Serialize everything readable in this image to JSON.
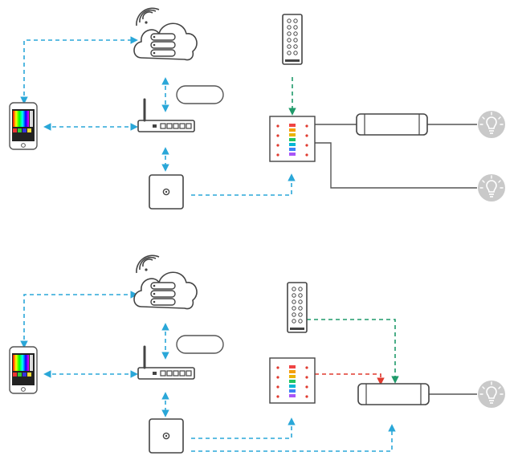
{
  "colors": {
    "background": "#ffffff",
    "outline": "#444444",
    "wire": "#555555",
    "wireless_link": "#2aa7d8",
    "remote_link": "#1f9a6a",
    "panel_link": "#e03a2f",
    "bulb": "#c9c9c9"
  },
  "icons": [
    "wifi-icon",
    "cloud-server-icon",
    "smartphone-icon",
    "router-icon",
    "hub-icon",
    "remote-control-icon",
    "touch-panel-icon",
    "wall-switch-icon",
    "led-driver-icon",
    "light-bulb-icon"
  ],
  "diagrams": [
    {
      "name": "top",
      "panel_channels": 4,
      "drivers": 1,
      "bulbs": 2
    },
    {
      "name": "bottom",
      "panel_channels": 4,
      "drivers": 1,
      "bulbs": 1
    }
  ]
}
